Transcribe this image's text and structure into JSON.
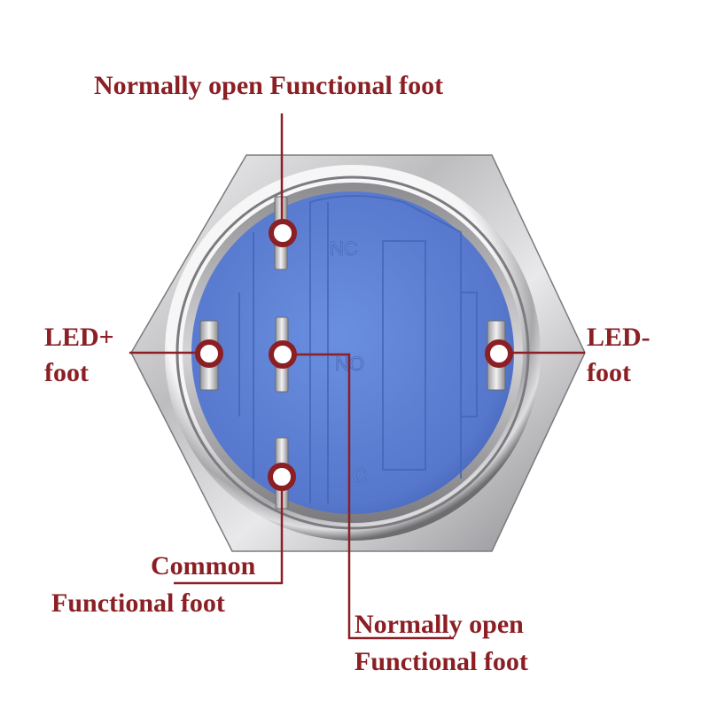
{
  "labels": {
    "top_no": "Normally open Functional foot",
    "led_plus_line1": "LED+",
    "led_plus_line2": "foot",
    "led_minus_line1": "LED-",
    "led_minus_line2": "foot",
    "common_line1": "Common",
    "common_line2": "Functional foot",
    "bottom_no_line1": "Normally open",
    "bottom_no_line2": "Functional foot"
  },
  "embossed": {
    "nc": "NC",
    "no": "NO",
    "c": "C"
  },
  "colors": {
    "label": "#8b1f24",
    "leader": "#8b1f24",
    "body_blue": "#5a7fd2",
    "metal_light": "#e8e8ea",
    "metal_dark": "#6b6b6e"
  }
}
